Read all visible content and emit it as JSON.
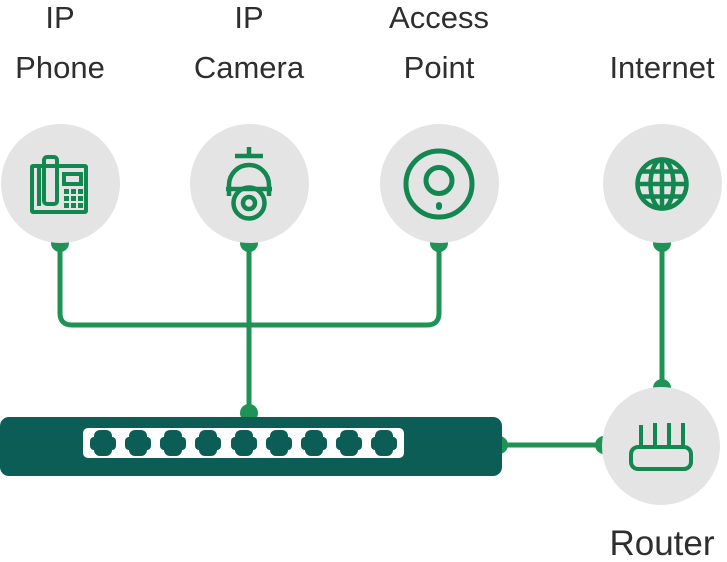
{
  "palette": {
    "wire_green": "#1e9355",
    "icon_green": "#128750",
    "switch_teal": "#0c5d56",
    "node_gray": "#e4e4e4",
    "label_color": "#2e2e2e",
    "panel_white": "#ffffff"
  },
  "devices": [
    {
      "id": "ip-phone",
      "label_line1": "IP",
      "label_line2": "Phone",
      "icon": "ip-phone-icon"
    },
    {
      "id": "ip-camera",
      "label_line1": "IP",
      "label_line2": "Camera",
      "icon": "dome-camera-icon"
    },
    {
      "id": "access-point",
      "label_line1": "Access",
      "label_line2": "Point",
      "icon": "access-point-icon"
    },
    {
      "id": "internet",
      "label_line1": "",
      "label_line2": "Internet",
      "icon": "globe-icon"
    }
  ],
  "switch": {
    "id": "ethernet-switch",
    "ports": 9,
    "port_icon": "ethernet-port-icon"
  },
  "router": {
    "id": "router",
    "label": "Router",
    "icon": "router-icon"
  }
}
